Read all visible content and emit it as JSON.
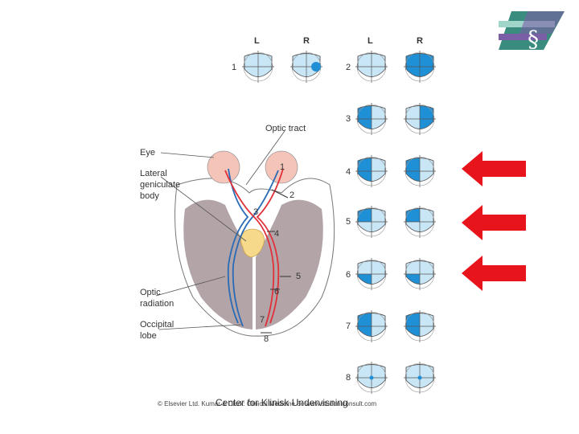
{
  "headers": {
    "left1": "L",
    "right1": "R",
    "left2": "L",
    "right2": "R"
  },
  "field_numbers": [
    "1",
    "2",
    "3",
    "4",
    "5",
    "6",
    "7",
    "8"
  ],
  "labels": {
    "optic_tract": "Optic tract",
    "eye": "Eye",
    "lgb_line1": "Lateral",
    "lgb_line2": "geniculate",
    "lgb_line3": "body",
    "optic_rad_line1": "Optic",
    "optic_rad_line2": "radiation",
    "occipital_line1": "Occipital",
    "occipital_line2": "lobe"
  },
  "lesion_numbers": [
    "1",
    "2",
    "3",
    "4",
    "5",
    "6",
    "7",
    "8"
  ],
  "footer": {
    "credit": "© Elsevier Ltd. Kumar & Clark: Clinical Medicine 6e www.studentconsult.com",
    "overlay": "Center for Klinisk Undervisning"
  },
  "logo": {
    "text": "§"
  },
  "colors": {
    "field_fill": "#c9e6f7",
    "field_loss": "#1f8fd6",
    "nerve_red": "#e0303a",
    "nerve_blue": "#2a6bb5",
    "arrow": "#e8141c",
    "eye": "#f4c4b8",
    "brain": "#b3a4a8"
  }
}
